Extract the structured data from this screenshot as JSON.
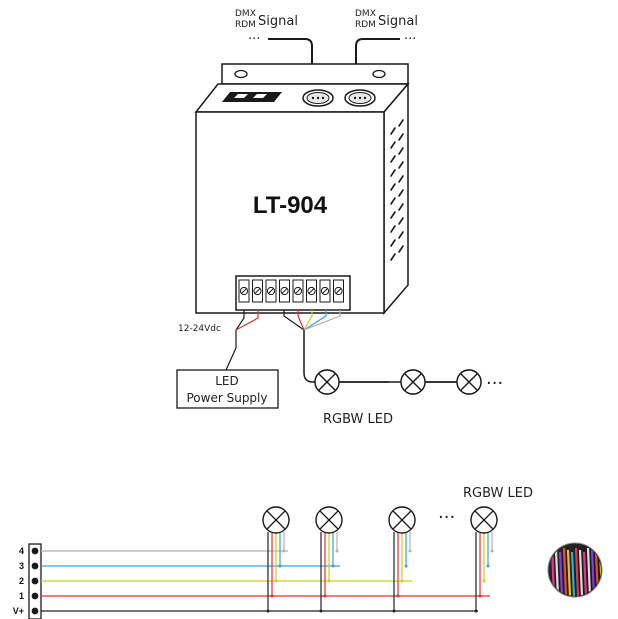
{
  "device": {
    "model": "LT-904"
  },
  "signals": {
    "left": {
      "line1": "DMX",
      "line2": "RDM",
      "label": "Signal",
      "dots": "···"
    },
    "right": {
      "line1": "DMX",
      "line2": "RDM",
      "label": "Signal",
      "dots": "···"
    }
  },
  "power": {
    "voltage": "12-24Vdc",
    "supply_line1": "LED",
    "supply_line2": "Power Supply"
  },
  "led_chain": {
    "label": "RGBW LED",
    "dots": "···"
  },
  "wiring": {
    "label": "RGBW LED",
    "dots": "···",
    "terminals": [
      "4",
      "3",
      "2",
      "1",
      "V+"
    ]
  },
  "colors": {
    "wire_4": "#b0b0b0",
    "wire_3": "#3aa0e0",
    "wire_2": "#c8d020",
    "wire_1": "#e03030",
    "wire_vplus": "#222222",
    "outline": "#1a1a1a"
  }
}
